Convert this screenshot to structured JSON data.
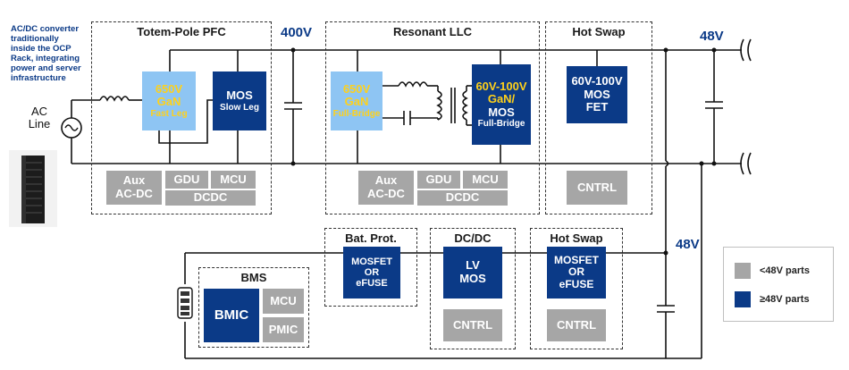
{
  "note": {
    "line1": "AC/DC converter",
    "line2": "traditionally",
    "line3": "inside the OCP",
    "line4": "Rack, integrating",
    "line5": "power and server",
    "line6": "infrastructure"
  },
  "ac_line": {
    "line1": "AC",
    "line2": "Line"
  },
  "bus": {
    "v400": "400V",
    "v48_top": "48V",
    "v48_mid": "48V"
  },
  "pfc": {
    "title": "Totem-Pole PFC",
    "gan_l1": "650V",
    "gan_l2": "GaN",
    "gan_l3": "Fast Leg",
    "mos_l1": "MOS",
    "mos_l2": "Slow Leg",
    "aux_l1": "Aux",
    "aux_l2": "AC-DC",
    "gdu": "GDU",
    "mcu": "MCU",
    "dcdc": "DCDC"
  },
  "llc": {
    "title": "Resonant LLC",
    "gan_l1": "650V",
    "gan_l2": "GaN",
    "gan_l3": "Full-Bridge",
    "sec_l1": "60V-100V",
    "sec_l2": "GaN/",
    "sec_l3": "MOS",
    "sec_l4": "Full-Bridge",
    "aux_l1": "Aux",
    "aux_l2": "AC-DC",
    "gdu": "GDU",
    "mcu": "MCU",
    "dcdc": "DCDC"
  },
  "hotswap_top": {
    "title": "Hot Swap",
    "fet_l1": "60V-100V",
    "fet_l2": "MOS",
    "fet_l3": "FET",
    "cntrl": "CNTRL"
  },
  "bms": {
    "title": "BMS",
    "bmic": "BMIC",
    "mcu": "MCU",
    "pmic": "PMIC"
  },
  "bat_prot": {
    "title": "Bat. Prot.",
    "l1": "MOSFET",
    "l2": "OR",
    "l3": "eFUSE"
  },
  "dcdc": {
    "title": "DC/DC",
    "l1": "LV",
    "l2": "MOS",
    "cntrl": "CNTRL"
  },
  "hotswap_bot": {
    "title": "Hot Swap",
    "l1": "MOSFET",
    "l2": "OR",
    "l3": "eFUSE",
    "cntrl": "CNTRL"
  },
  "legend": {
    "lt": "<48V parts",
    "ge": "≥48V parts"
  },
  "colors": {
    "navy": "#0b3a87",
    "gray": "#a6a6a6",
    "light_blue": "#8ec5f3",
    "yellow": "#ffd11a"
  }
}
